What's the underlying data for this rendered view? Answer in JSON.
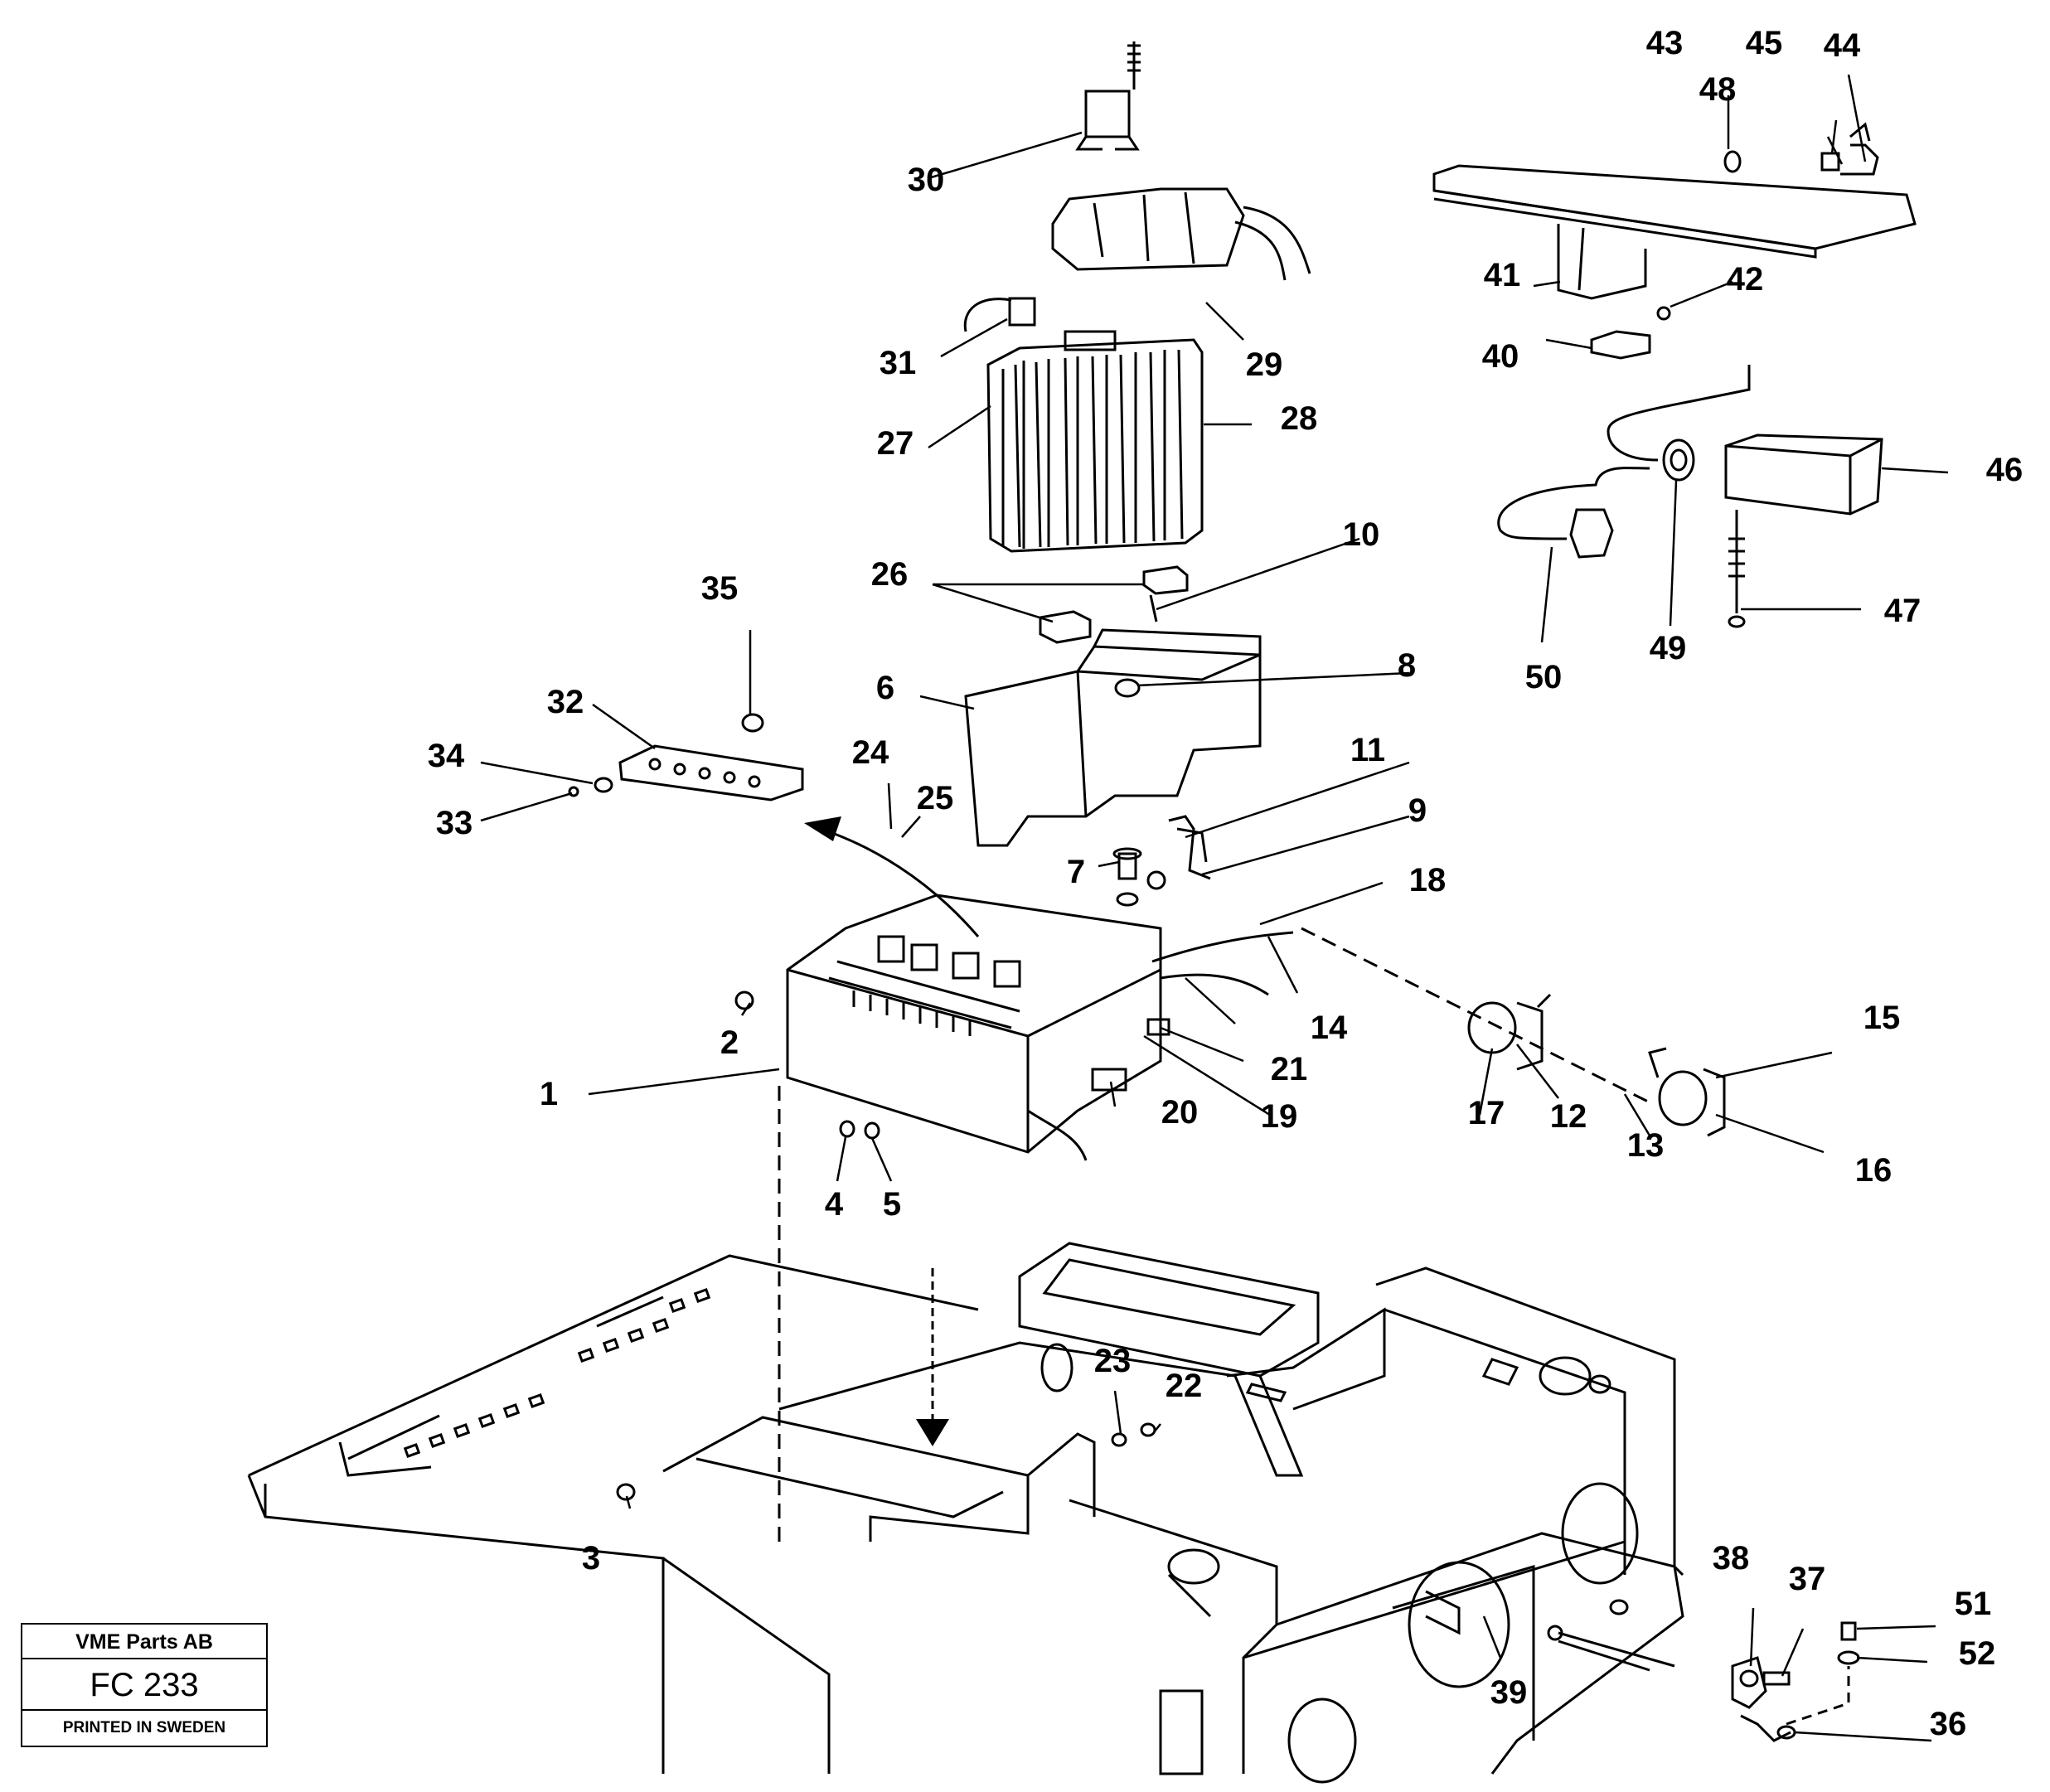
{
  "title_block": {
    "company": "VME Parts AB",
    "drawing_code": "FC 233",
    "print_note": "PRINTED IN SWEDEN"
  },
  "callouts": [
    "1",
    "2",
    "3",
    "4",
    "5",
    "6",
    "7",
    "8",
    "9",
    "10",
    "11",
    "12",
    "13",
    "14",
    "15",
    "16",
    "17",
    "18",
    "19",
    "20",
    "21",
    "22",
    "23",
    "24",
    "25",
    "26",
    "27",
    "28",
    "29",
    "30",
    "31",
    "32",
    "33",
    "34",
    "35",
    "36",
    "37",
    "38",
    "39",
    "40",
    "41",
    "42",
    "43",
    "44",
    "45",
    "46",
    "47",
    "48",
    "49",
    "50",
    "51",
    "52"
  ]
}
